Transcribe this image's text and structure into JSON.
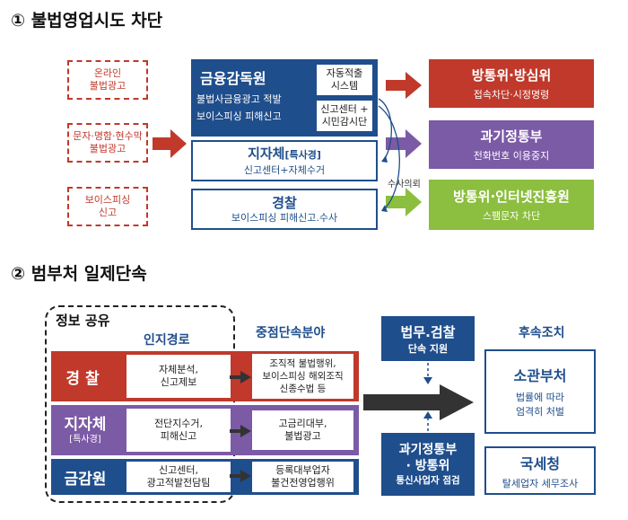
{
  "section1": {
    "title": "① 불법영업시도 차단",
    "sources": [
      {
        "line1": "온라인",
        "line2": "불법광고"
      },
      {
        "line1": "문자·명함·현수막",
        "line2": "불법광고"
      },
      {
        "line1": "보이스피싱",
        "line2": "신고"
      }
    ],
    "fss": {
      "title": "금융감독원",
      "line1": "불법사금융광고 적발",
      "line2": "보이스피싱 피해신고",
      "auto_line1": "자동적출",
      "auto_line2": "시스템",
      "report_line1": "신고센터 +",
      "report_line2": "시민감시단"
    },
    "local": {
      "title": "지자체",
      "tag": "[특사경]",
      "sub": "신고센터+자체수거"
    },
    "police": {
      "title": "경찰",
      "sub": "보이스피싱 피해신고.수사"
    },
    "investigation_label": "수사의뢰",
    "outcomes": [
      {
        "title": "방통위·방심위",
        "sub": "접속차단·시정명령"
      },
      {
        "title": "과기정통부",
        "sub": "전화번호 이용중지"
      },
      {
        "title": "방통위·인터넷진흥원",
        "sub": "스팸문자 차단"
      }
    ]
  },
  "section2": {
    "title": "② 범부처 일제단속",
    "share_label": "정보 공유",
    "col_channel": "인지경로",
    "col_focus": "중점단속분야",
    "col_follow": "후속조치",
    "rows": [
      {
        "agency": "경 찰",
        "tag": "",
        "channel": [
          "자체분석,",
          "신고제보"
        ],
        "focus": [
          "조직적 불법행위,",
          "보이스피싱 해외조직",
          "신종수법 등"
        ]
      },
      {
        "agency": "지자체",
        "tag": "[특사경]",
        "channel": [
          "전단지수거,",
          "피해신고"
        ],
        "focus": [
          "고금리대부,",
          "불법광고"
        ]
      },
      {
        "agency": "금감원",
        "tag": "",
        "channel": [
          "신고센터,",
          "광고적발전담팀"
        ],
        "focus": [
          "등록대부업자",
          "불건전영업행위"
        ]
      }
    ],
    "justice": {
      "title": "법무.검찰",
      "sub": "단속 지원"
    },
    "msit": {
      "line1": "과기정통부",
      "line2": "· 방통위",
      "sub": "통신사업자 점검"
    },
    "dept": {
      "title": "소관부처",
      "line1": "법률에 따라",
      "line2": "엄격히 처벌"
    },
    "nts": {
      "title": "국세청",
      "sub": "탈세업자 세무조사"
    }
  },
  "colors": {
    "navy": "#1f4e8c",
    "red": "#c0392b",
    "purple": "#7b5aa6",
    "green": "#8cbe3f",
    "arrow": "#333333"
  }
}
